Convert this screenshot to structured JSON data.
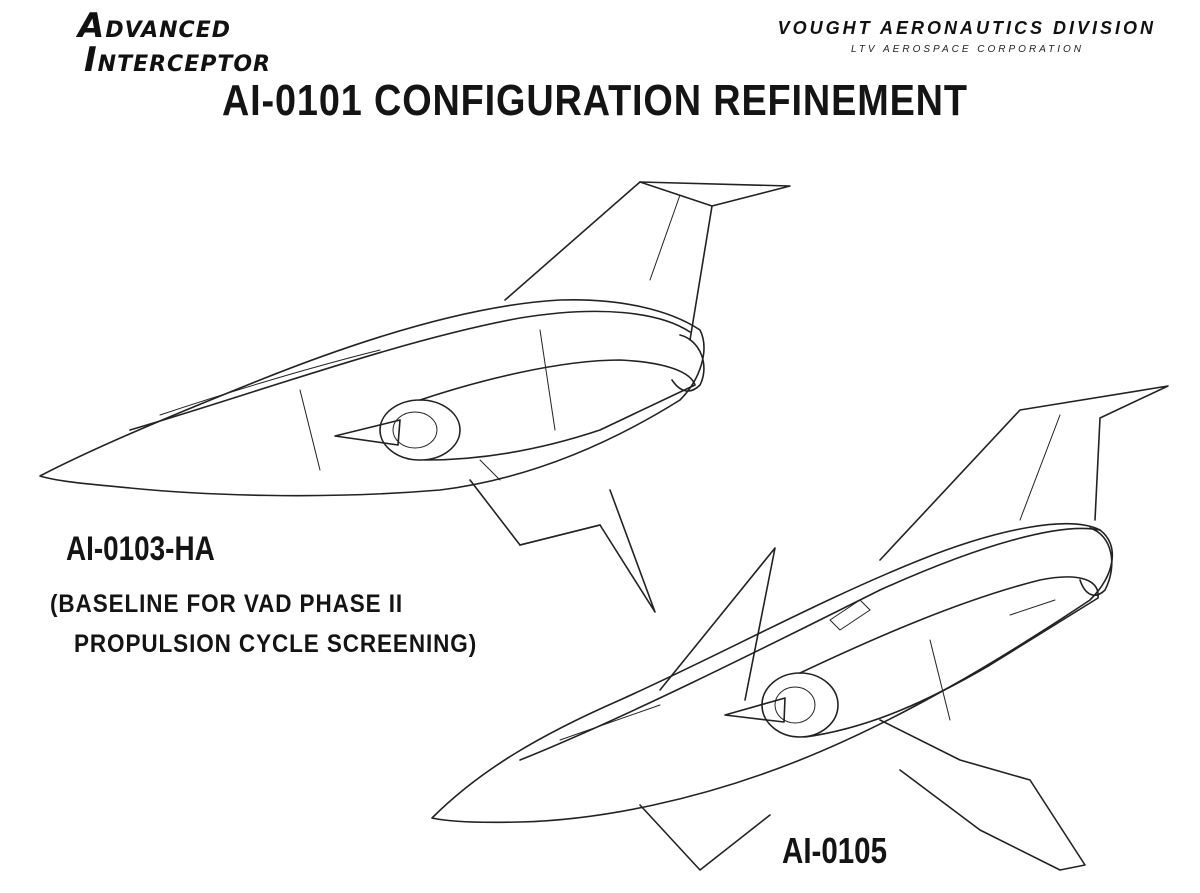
{
  "header": {
    "logo_line1_initial": "A",
    "logo_line1_rest": "DVANCED",
    "logo_line2_initial": "I",
    "logo_line2_rest": "NTERCEPTOR",
    "company": "VOUGHT AERONAUTICS DIVISION",
    "parent_company": "LTV AEROSPACE CORPORATION"
  },
  "title": "AI-0101 CONFIGURATION REFINEMENT",
  "aircraft": [
    {
      "designation": "AI-0103-HA",
      "note_line1": "(BASELINE FOR VAD PHASE II",
      "note_line2": "PROPULSION CYCLE SCREENING)"
    },
    {
      "designation": "AI-0105"
    }
  ],
  "colors": {
    "ink": "#1a1a1a",
    "paper": "#ffffff"
  }
}
